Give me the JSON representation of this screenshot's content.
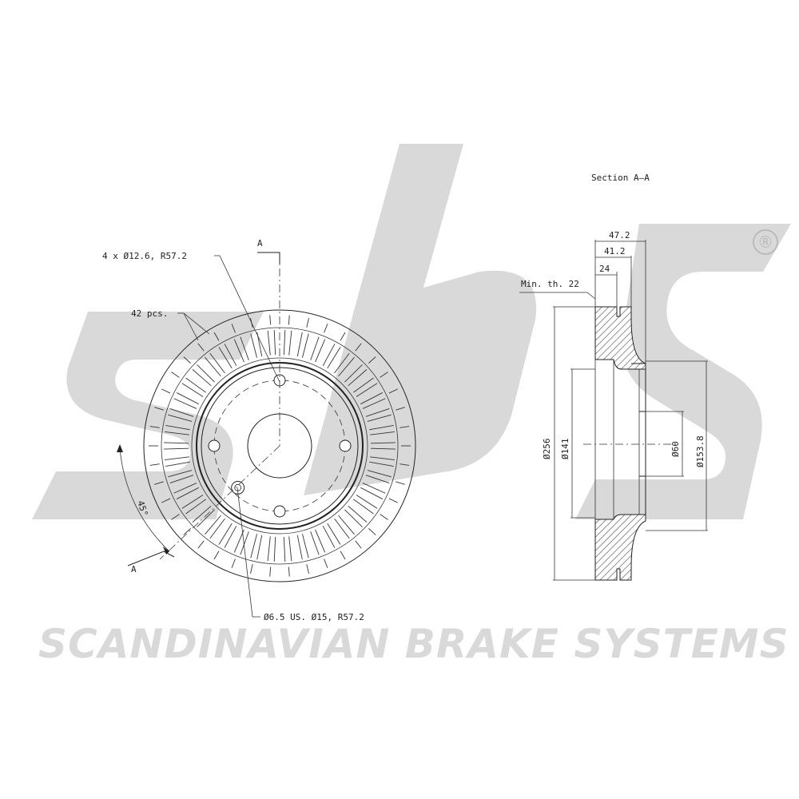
{
  "brand": {
    "tagline": "SCANDINAVIAN BRAKE SYSTEMS",
    "registered_mark": "®",
    "logo_name": "sbs-logo",
    "watermark_color": "#d9d9d9"
  },
  "front_view": {
    "section_marker_top": "A",
    "section_marker_bottom": "A",
    "bolt_holes_label": "4 x Ø12.6, R57.2",
    "vanes_label": "42 pcs.",
    "angle_label": "45°",
    "small_holes_label": "Ø6.5 US. Ø15, R57.2",
    "vane_count": 42,
    "bolt_hole_count": 4
  },
  "section_view": {
    "title": "Section A–A",
    "dim_total_width": "47.2",
    "dim_hat_width": "41.2",
    "dim_disc_thickness": "24",
    "min_thickness_label": "Min. th. 22",
    "dim_outer_diameter": "Ø256",
    "dim_friction_inner_diameter": "Ø141",
    "dim_center_bore": "Ø60",
    "dim_hat_diameter": "Ø153.8"
  },
  "colors": {
    "line": "#222222",
    "watermark": "#d9d9d9"
  }
}
